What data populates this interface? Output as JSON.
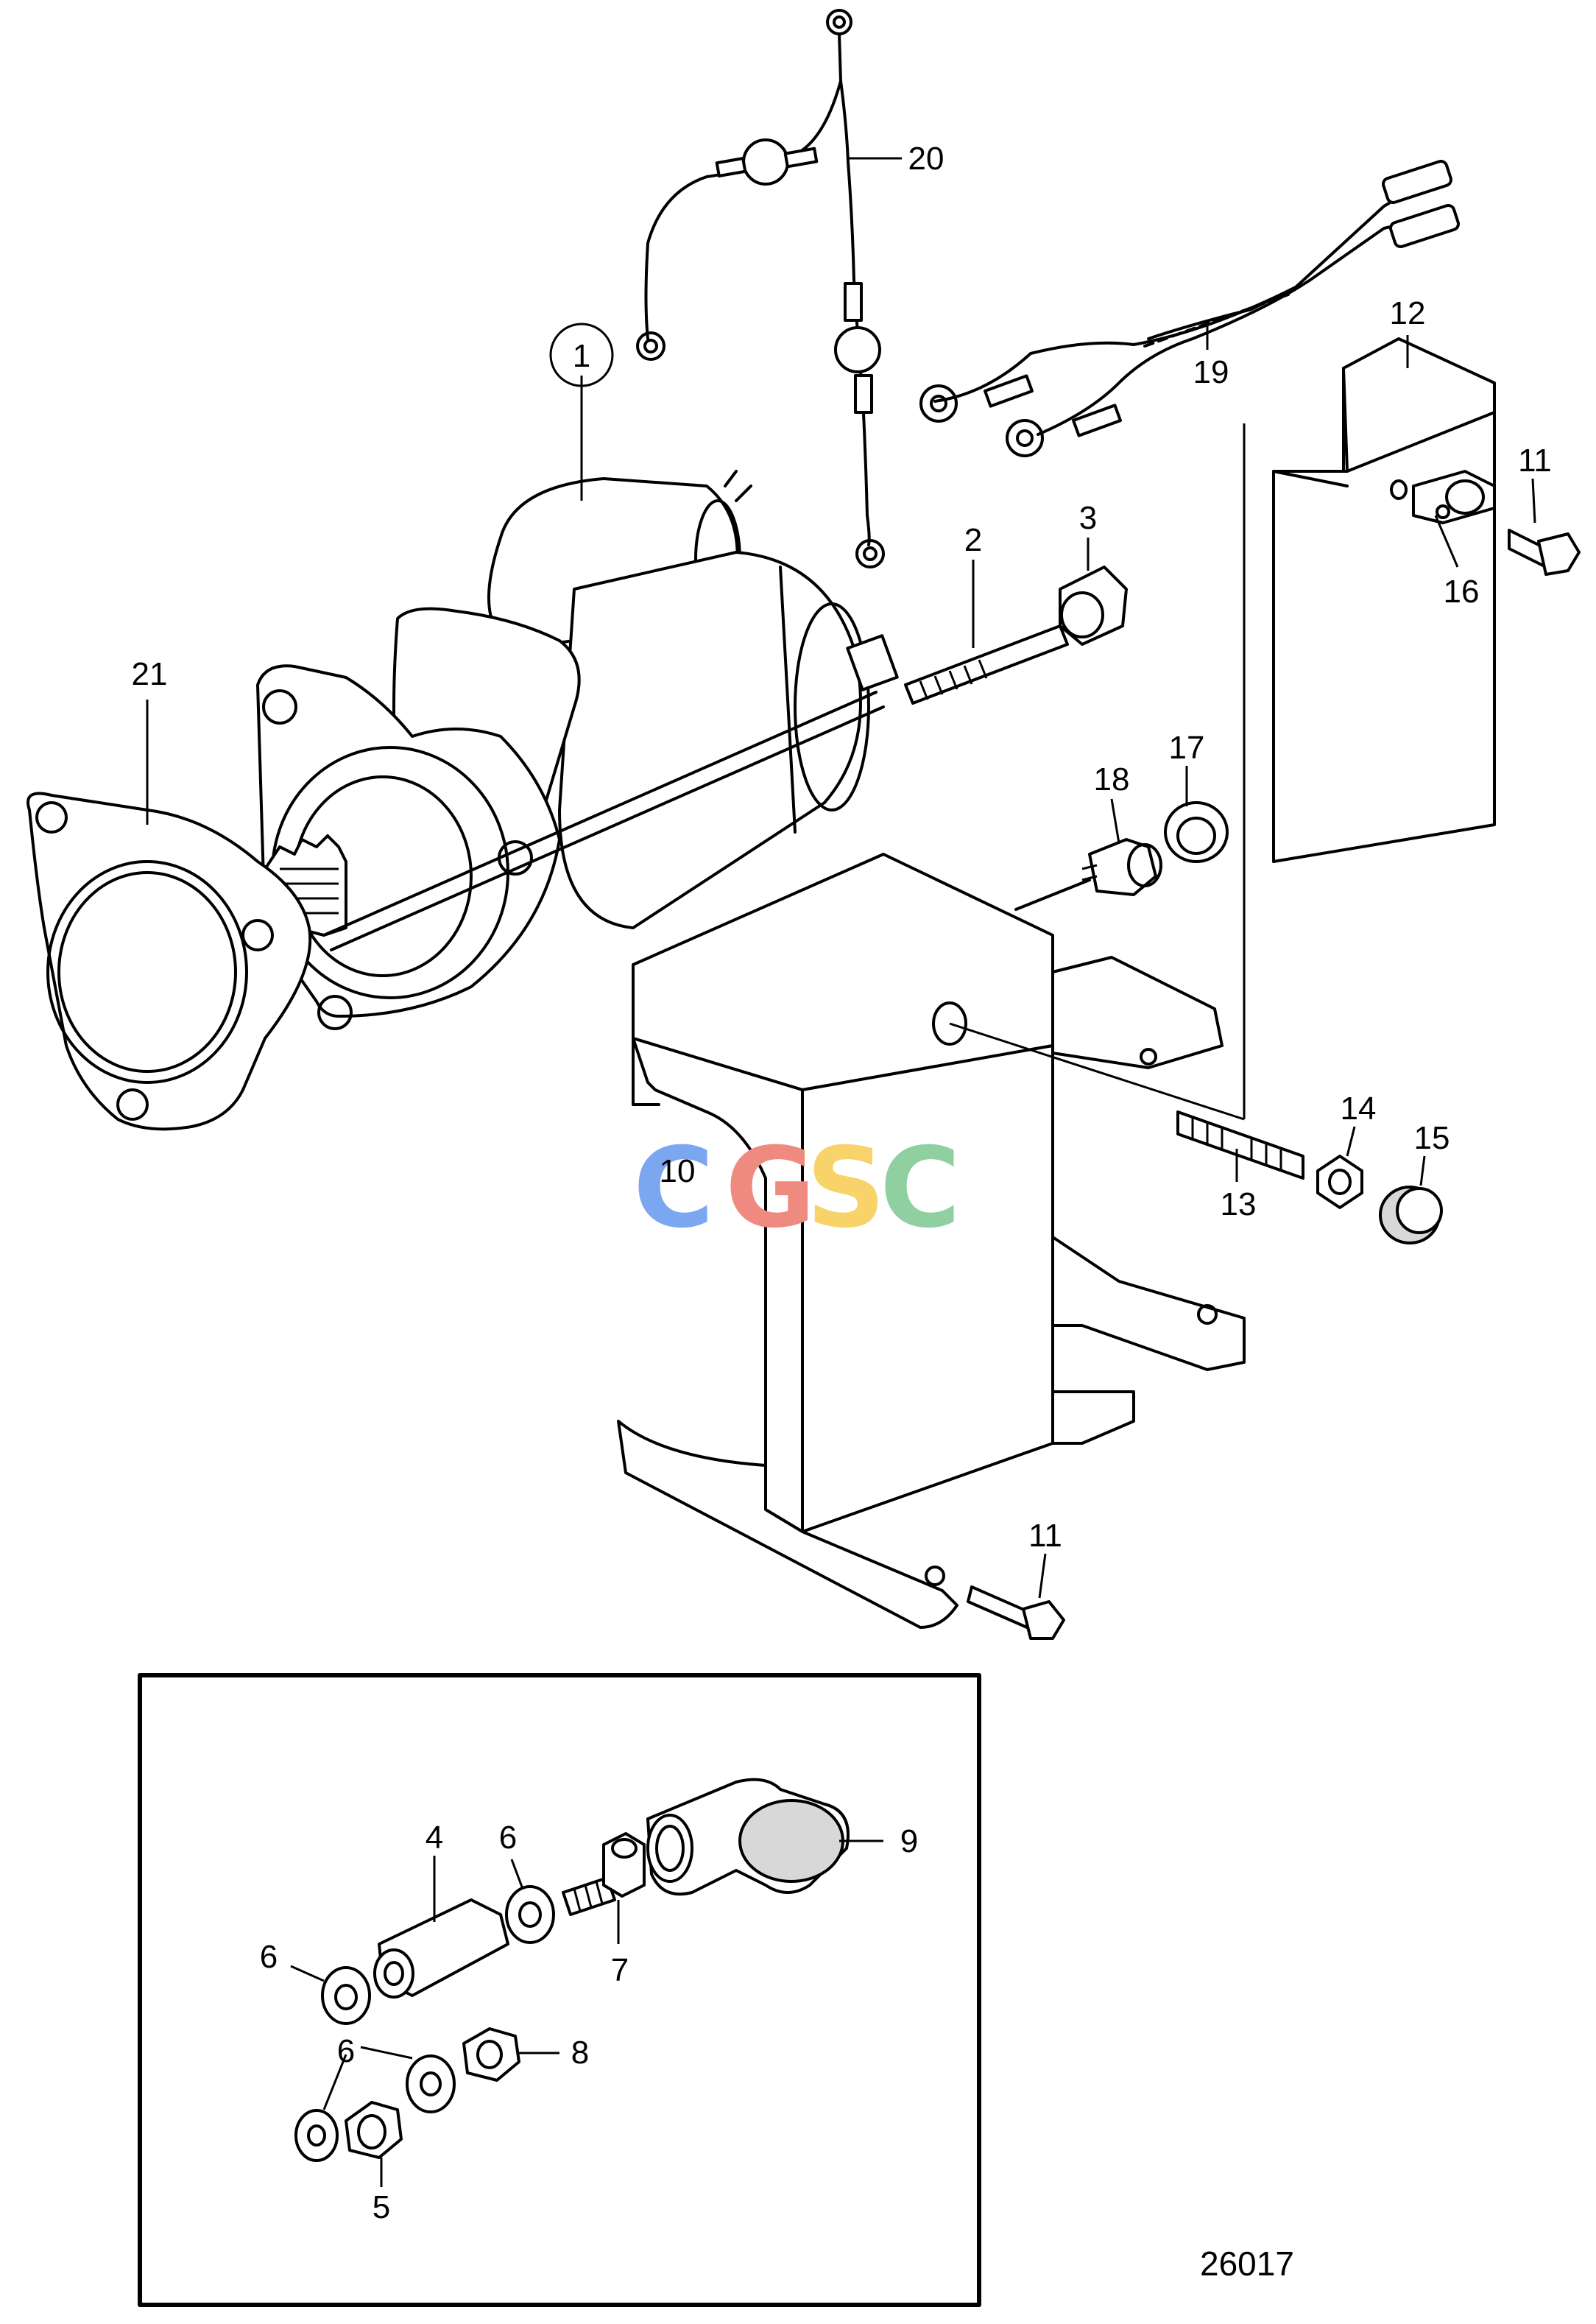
{
  "drawing_number": "26017",
  "watermark": {
    "letters": [
      "C",
      "G",
      "S",
      "C"
    ],
    "colors": [
      "#7aa7f0",
      "#ef8a80",
      "#f7d36a",
      "#8fcfa0"
    ]
  },
  "callouts": {
    "c1": "1",
    "c2": "2",
    "c3": "3",
    "c4": "4",
    "c5": "5",
    "c6a": "6",
    "c6b": "6",
    "c6c": "6",
    "c7": "7",
    "c8": "8",
    "c9": "9",
    "c10": "10",
    "c11a": "11",
    "c11b": "11",
    "c12": "12",
    "c13": "13",
    "c14": "14",
    "c15": "15",
    "c16": "16",
    "c17": "17",
    "c18": "18",
    "c19": "19",
    "c20": "20",
    "c21": "21"
  }
}
